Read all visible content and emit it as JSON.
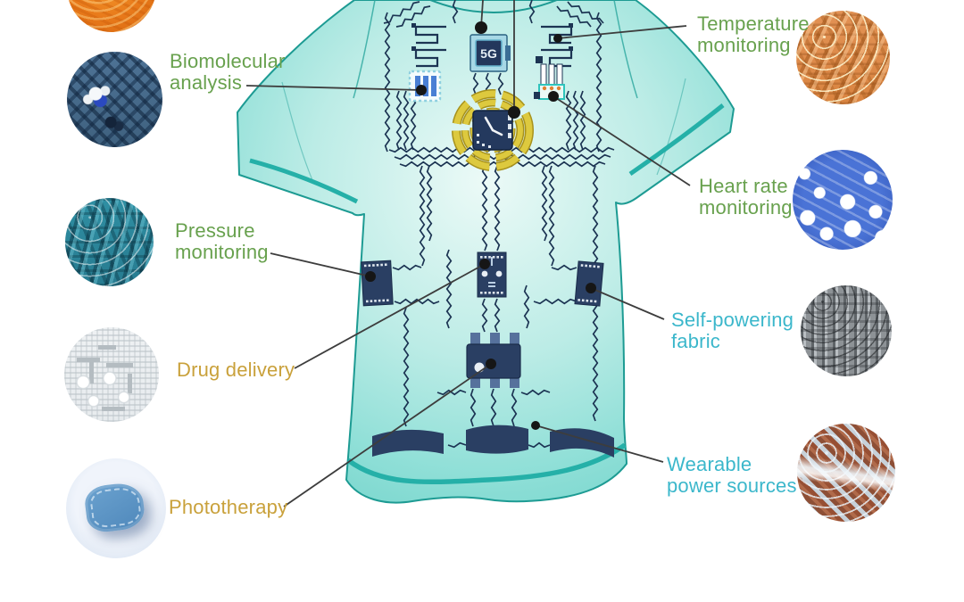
{
  "annotations": {
    "biomolecular": {
      "line1": "Biomolecular",
      "line2": "analysis"
    },
    "pressure": {
      "line1": "Pressure",
      "line2": "monitoring"
    },
    "drug": {
      "line1": "Drug delivery"
    },
    "photo": {
      "line1": "Phototherapy"
    },
    "temperature": {
      "line1": "Temperature",
      "line2": "monitoring"
    },
    "heart": {
      "line1": "Heart rate",
      "line2": "monitoring"
    },
    "selfpower": {
      "line1": "Self-powering",
      "line2": "fabric"
    },
    "wearable": {
      "line1": "Wearable",
      "line2": "power sources"
    }
  },
  "chip": {
    "label": "5G"
  },
  "colors": {
    "sensor_label_green": "#68a14e",
    "therapy_label_amber": "#c9a13b",
    "power_label_cyan": "#3bb7cb",
    "garment_teal": "#8fdcd6",
    "garment_edge": "#1d9b93",
    "circuit_navy": "#1c3453",
    "coil_yellow": "#d8c334",
    "leader_line": "#3d3d3d"
  },
  "micrographs": {
    "top_left": "orange-fiber-micrograph",
    "biomolecular": "woven-fabric-with-molecules-micrograph",
    "pressure": "teal-knit-fabric-micrograph",
    "drug": "white-circuit-textile-micrograph",
    "photo": "blue-phototherapy-patch-micrograph",
    "temperature": "orange-knit-fabric-micrograph",
    "heart": "blue-porous-fabric-micrograph",
    "selfpower": "grey-knit-fabric-micrograph",
    "wearable": "copper-silver-knit-micrograph"
  }
}
